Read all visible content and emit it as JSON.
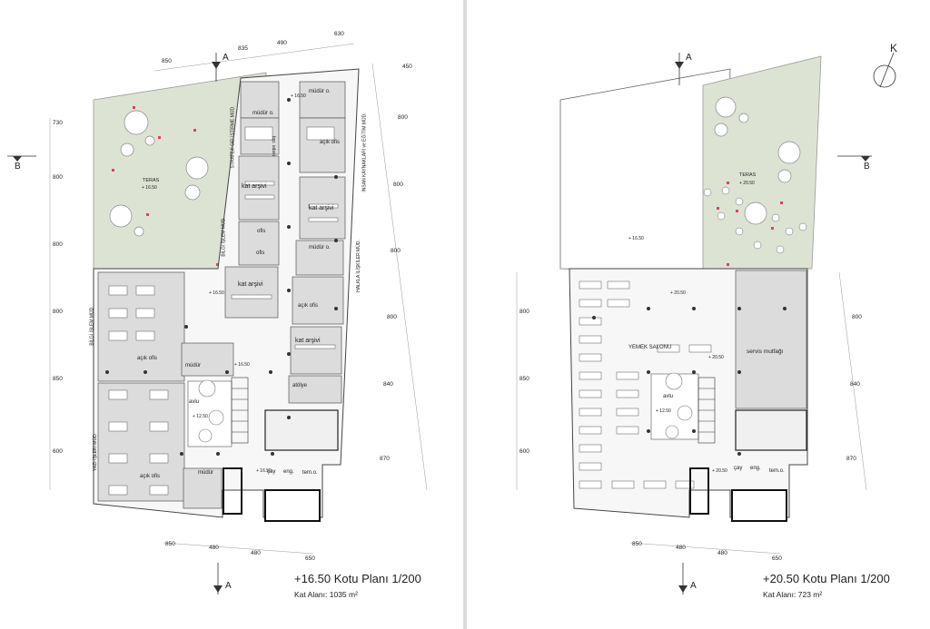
{
  "left_plan": {
    "title": "+16.50 Kotu Planı 1/200",
    "area": "Kat Alanı: 1035 m²",
    "section_a": "A",
    "section_b": "B",
    "top_dims": [
      "850",
      "835",
      "490",
      "630"
    ],
    "right_dims": [
      "450",
      "800",
      "800",
      "800",
      "800",
      "840",
      "870"
    ],
    "left_dims": [
      "730",
      "800",
      "800",
      "800",
      "850",
      "600"
    ],
    "bottom_dims": [
      "850",
      "480",
      "480",
      "650"
    ],
    "terrace": "TERAS",
    "terrace_level": "+ 16.50",
    "rooms": {
      "mudur_o_1": "müdür o.",
      "acik_ofis_1": "açık ofis",
      "toplanti": "top. odası",
      "kat_arsivi_1": "kat arşivi",
      "kat_arsivi_2": "kat arşivi",
      "ofis_1": "ofis",
      "mudur_o_2": "müdür o.",
      "ofis_2": "ofis",
      "kat_arsivi_3": "kat arşivi",
      "acik_ofis_2": "açık ofis",
      "kat_arsivi_4": "kat arşivi",
      "atolye": "atölye",
      "acik_ofis_3": "açık ofis",
      "mudur_1": "müdür",
      "avlu": "avlu",
      "acik_ofis_4": "açık ofis",
      "mudur_2": "müdür",
      "cay": "çay",
      "eng": "eng.",
      "tem_o": "tem.o."
    },
    "levels": {
      "l1": "+ 16.50",
      "l2": "+ 16.50",
      "l3": "+ 16.50",
      "l4": "+ 16.50",
      "l5": "+ 12.50"
    },
    "departments": {
      "strateji": "STRATEJİ GELİŞTİRME MÜD.",
      "bilgi_islem_1": "BİLGİ İŞLEM MÜD.",
      "bilgi_islem_2": "BİLGİ İŞLEM MÜD.",
      "insan": "İNSAN KAYNAKLARI ve EĞİTİM MÜD.",
      "halkla": "HALKLA İLİŞKİLER MÜD.",
      "yazi_isleri": "YAZI İŞLERİ MÜD."
    }
  },
  "right_plan": {
    "title": "+20.50 Kotu Planı 1/200",
    "area": "Kat Alanı: 723 m²",
    "section_a": "A",
    "section_b": "B",
    "north": "K",
    "right_dims": [
      "800",
      "840",
      "870"
    ],
    "left_dims": [
      "800",
      "850",
      "600"
    ],
    "bottom_dims": [
      "850",
      "480",
      "480",
      "650"
    ],
    "terrace": "TERAS",
    "terrace_level": "+ 20.50",
    "roof_level": "+ 16.50",
    "rooms": {
      "yemek": "YEMEK SALONU",
      "servis": "servis mutfağı",
      "avlu": "avlu",
      "cay": "çay",
      "eng": "eng.",
      "tem_o": "tem.o."
    },
    "levels": {
      "l1": "+ 20.50",
      "l2": "+ 20.50",
      "l3": "+ 12.50",
      "l4": "+ 20.50"
    }
  }
}
